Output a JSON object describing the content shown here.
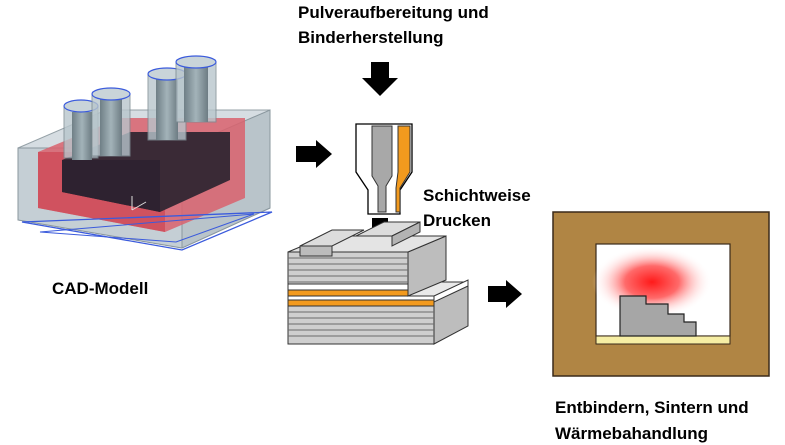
{
  "labels": {
    "powder_line1": "Pulveraufbereitung und",
    "powder_line2": "Binderherstellung",
    "printing_line1": "Schichtweise",
    "printing_line2": "Drucken",
    "cad": "CAD-Modell",
    "sinter_line1": "Entbindern, Sintern und",
    "sinter_line2": "Wärmebahandlung"
  },
  "colors": {
    "furnace_wall": "#b08544",
    "orange_layer": "#f29a1e",
    "cad_red": "#d9626d",
    "heat_glow": "#ff1a1a",
    "support_plate": "#f6eea4",
    "part_grey": "#a6a6a6"
  }
}
